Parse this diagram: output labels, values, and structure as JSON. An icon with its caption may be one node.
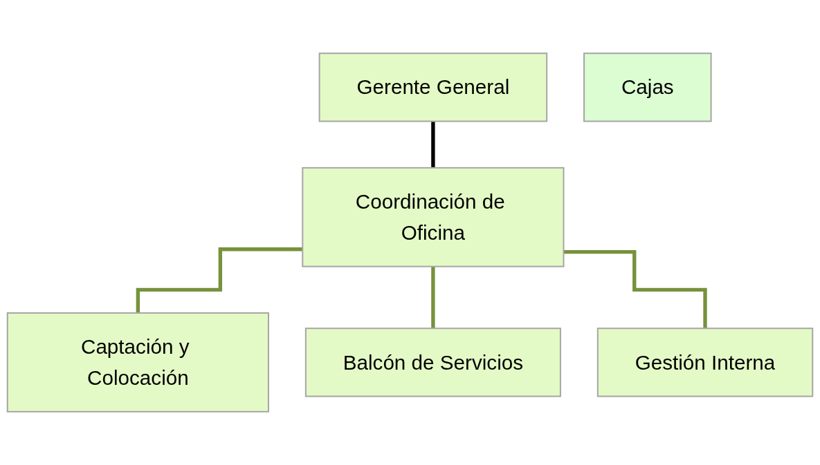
{
  "diagram": {
    "nodes": [
      {
        "text": [
          "Gerente General"
        ]
      },
      {
        "text": [
          "Coordinación de Oficina"
        ]
      },
      {
        "text": [
          "Captación y Colocación"
        ]
      },
      {
        "text": [
          "Balcón de Servicios"
        ]
      },
      {
        "text": [
          "Gestión Interna"
        ]
      },
      {
        "text": [
          "Cajas"
        ]
      }
    ],
    "edges": [
      {
        "from": 0,
        "to": 1,
        "arrow": "none",
        "color": "#000000"
      },
      {
        "from": 1,
        "to": 2,
        "arrow": "none"
      },
      {
        "from": 1,
        "to": 3,
        "arrow": "none"
      },
      {
        "from": 1,
        "to": 4,
        "arrow": "none"
      }
    ]
  }
}
